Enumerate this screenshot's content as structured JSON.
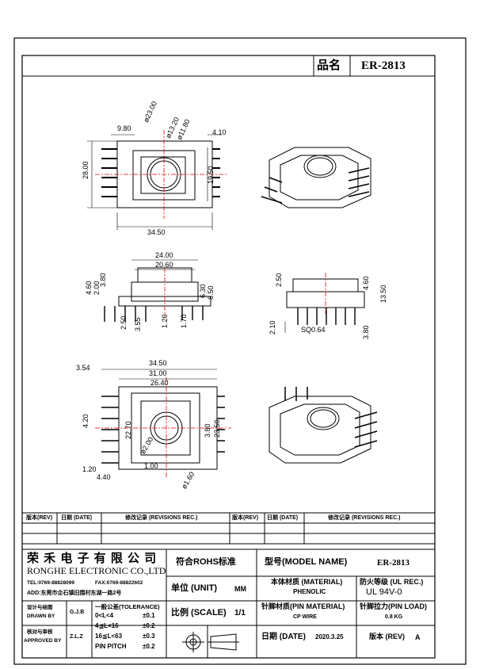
{
  "title_block": {
    "product_label": "品名",
    "product_value": "ER-2813"
  },
  "dimensions": {
    "top_view": [
      "9.80",
      "ø23.00",
      "ø13.20",
      "ø11.80",
      "4.10",
      "28.00",
      "19.50",
      "34.50"
    ],
    "front_view": [
      "24.00",
      "20.60",
      "4.60",
      "2.00",
      "3.80",
      "6.30",
      "8.50",
      "2.50",
      "3.55",
      "1.20",
      "1.70"
    ],
    "side_view": [
      "2.50",
      "4.60",
      "13.50",
      "2.10",
      "SQ0.64",
      "3.80"
    ],
    "bottom_view": [
      "34.50",
      "31.00",
      "3.54",
      "26.40",
      "4.20",
      "22.70",
      "3.80",
      "23.50",
      "ø2.00",
      "1.00",
      "1.20",
      "4.40",
      "ø1.60"
    ]
  },
  "revision_table": {
    "headers": [
      "版本(REV)",
      "日期 (DATE)",
      "修改记录 (REVISIONS REC.)",
      "版本(REV)",
      "日期 (DATE)",
      "修改记录 (REVISIONS REC.)"
    ]
  },
  "company": {
    "name_cn": "荣 禾 电 子 有 限 公 司",
    "name_en": "RONGHE ELECTRONIC CO.,LTD",
    "tel": "TEL:0769-88828099",
    "fax": "FAX:0769-88822602",
    "addr": "ADD:东莞市企石镇旧围村东湖一路2号"
  },
  "approvals": {
    "drawn_label_cn": "设计与绘图",
    "drawn_label_en": "DRAWN BY",
    "drawn_by": "G.J.B",
    "checked_label_cn": "核对与审核",
    "checked_label_en": "APPROVED BY",
    "checked_by": "Z.L.Z"
  },
  "tolerance": {
    "header": "一般公差(TOLERANCE)",
    "rows": [
      {
        "range": "0<L<4",
        "value": "±0.1"
      },
      {
        "range": "4≦L<16",
        "value": "±0.2"
      },
      {
        "range": "16≦L<63",
        "value": "±0.3"
      },
      {
        "range": "PIN PITCH",
        "value": "±0.2"
      }
    ]
  },
  "rohs": "符合ROHS标准",
  "unit": {
    "label": "单位 (UNIT)",
    "value": "MM"
  },
  "scale": {
    "label": "比例 (SCALE)",
    "value": "1/1"
  },
  "model": {
    "label": "型号(MODEL NAME)",
    "value": "ER-2813"
  },
  "material": {
    "label": "本体材质 (MATERIAL)",
    "value": "PHENOLIC"
  },
  "flame": {
    "label": "防火等级 (UL REC.)",
    "value": "UL 94V-0"
  },
  "pin_material": {
    "label": "针脚材质(PIN MATERIAL)",
    "value": "CP WIRE"
  },
  "pin_load": {
    "label": "针脚拉力(PIN LOAD)",
    "value": "0.8 KG"
  },
  "date": {
    "label": "日期 (DATE)",
    "value": "2020.3.25"
  },
  "rev": {
    "label": "版本 (REV)",
    "value": "A"
  }
}
